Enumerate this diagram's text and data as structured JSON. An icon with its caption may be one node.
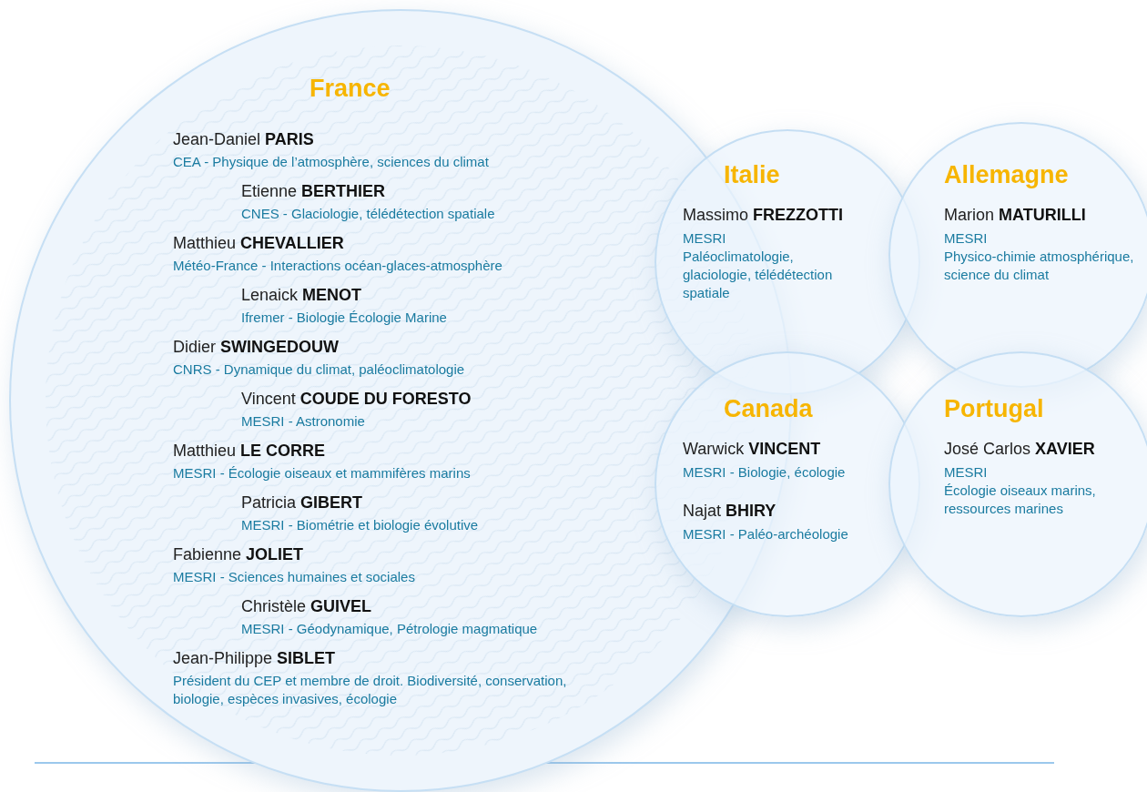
{
  "diagram": {
    "nodes": [
      {
        "text": [
          "France",
          "Jean-Daniel **PARIS**",
          "CEA - Physique de l’atmosphère, sciences du climat",
          "Etienne **BERTHIER**",
          "CNES - Glaciologie, télédétection spatiale",
          "Matthieu **CHEVALLIER**",
          "Météo-France - Interactions océan-glaces-atmosphère",
          "Lenaick **MENOT**",
          "Ifremer - Biologie Écologie Marine",
          "Didier **SWINGEDOUW**",
          "CNRS - Dynamique du climat, paléoclimatologie",
          "Vincent **COUDE DU FORESTO**",
          "MESRI - Astronomie",
          "Matthieu **LE CORRE**",
          "MESRI - Écologie oiseaux et mammifères marins",
          "Patricia **GIBERT**",
          "MESRI - Biométrie et biologie évolutive",
          "Fabienne **JOLIET**",
          "MESRI - Sciences humaines et sociales",
          "Christèle **GUIVEL**",
          "MESRI - Géodynamique, Pétrologie magmatique",
          "Jean-Philippe **SIBLET**",
          "Président du CEP et membre de droit. Biodiversité, conservation, biologie, espèces invasives, écologie"
        ]
      },
      {
        "text": [
          "Italie",
          "Massimo **FREZZOTTI**",
          "MESRI",
          "Paléoclimatologie, glaciologie, télédétection spatiale"
        ]
      },
      {
        "text": [
          "Allemagne",
          "Marion **MATURILLI**",
          "MESRI",
          "Physico-chimie atmosphérique, science du climat"
        ]
      },
      {
        "text": [
          "Canada",
          "Warwick **VINCENT**",
          "MESRI - Biologie, écologie",
          "Najat **BHIRY**",
          "MESRI - Paléo-archéologie"
        ]
      },
      {
        "text": [
          "Portugal",
          "José Carlos **XAVIER**",
          "MESRI",
          "Écologie oiseaux marins, ressources marines"
        ]
      }
    ]
  }
}
